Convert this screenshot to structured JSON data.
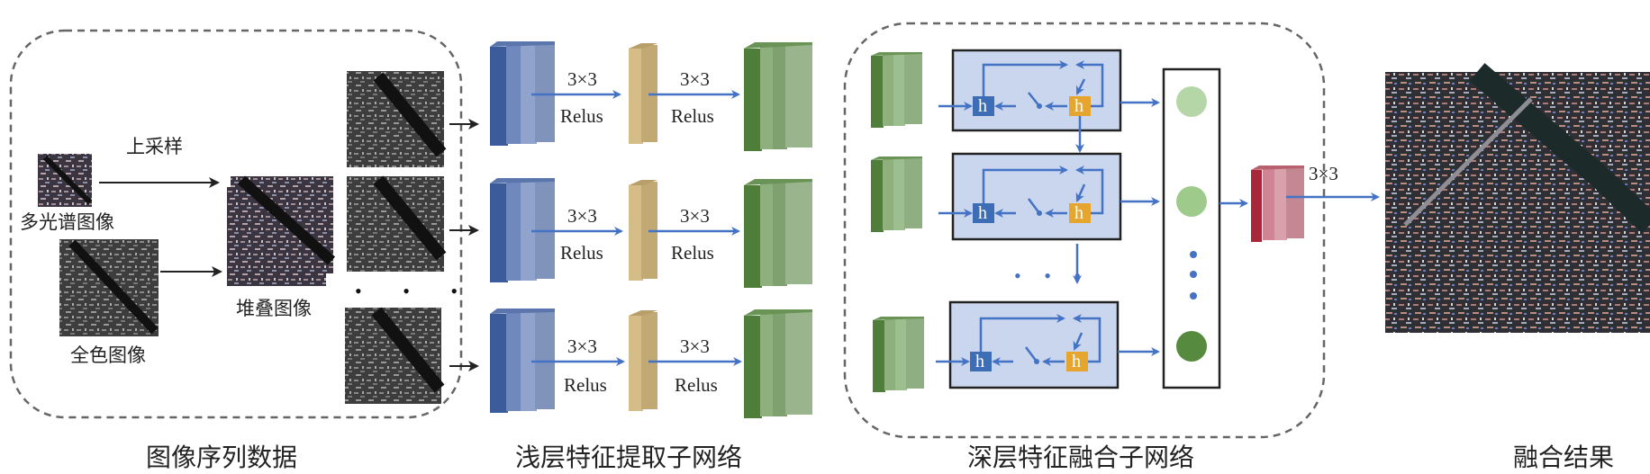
{
  "diagram": {
    "sections": [
      {
        "id": "image-sequence",
        "caption": "图像序列数据"
      },
      {
        "id": "shallow",
        "caption": "浅层特征提取子网络"
      },
      {
        "id": "deep",
        "caption": "深层特征融合子网络"
      },
      {
        "id": "result",
        "caption": "融合结果"
      }
    ],
    "input": {
      "ms_label": "多光谱图像",
      "pan_label": "全色图像",
      "upsample_label": "上采样",
      "stacked_label": "堆叠图像",
      "ellipsis": "• • •"
    },
    "shallow": {
      "rows": [
        {
          "conv1": "3×3",
          "act1": "Relus",
          "conv2": "3×3",
          "act2": "Relus"
        },
        {
          "conv1": "3×3",
          "act1": "Relus",
          "conv2": "3×3",
          "act2": "Relus"
        },
        {
          "conv1": "3×3",
          "act1": "Relus",
          "conv2": "3×3",
          "act2": "Relus"
        }
      ]
    },
    "deep": {
      "cell_labels": [
        "h",
        "h"
      ],
      "ellipsis": "• • •",
      "final_conv": "3×3"
    },
    "colors": {
      "blue_dark": "#3b5b9a",
      "blue_light": "#8fa3cc",
      "tan": "#c9b07a",
      "green_dark": "#4f7d3a",
      "green_light": "#9dbf8f",
      "cell_fill": "#c9d6ee",
      "h_blue": "#3c6db5",
      "h_orange": "#e5a52e",
      "arrow_blue": "#4472c4",
      "red_dark": "#a8283a",
      "red_light": "#d39aa5"
    }
  }
}
